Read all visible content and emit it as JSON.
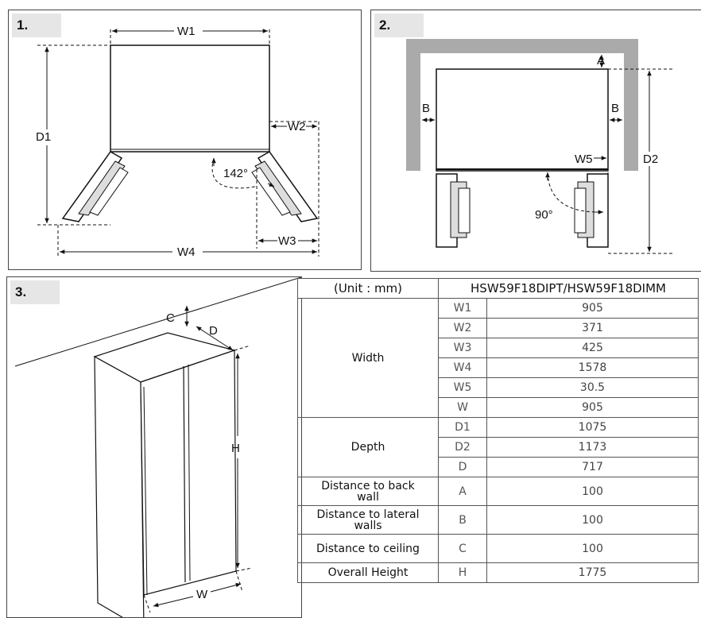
{
  "panels": [
    {
      "number": "1."
    },
    {
      "number": "2."
    },
    {
      "number": "3."
    }
  ],
  "diagram1": {
    "w1": "W1",
    "w2": "W2",
    "w3": "W3",
    "w4": "W4",
    "d1": "D1",
    "angle": "142°"
  },
  "diagram2": {
    "a": "A",
    "b_left": "B",
    "b_right": "B",
    "w5": "W5",
    "d2": "D2",
    "angle": "90°"
  },
  "diagram3": {
    "c": "C",
    "d": "D",
    "h": "H",
    "w": "W"
  },
  "table": {
    "header_unit": "(Unit : mm)",
    "header_model": "HSW59F18DIPT/HSW59F18DIMM",
    "groups": [
      {
        "category": "Width",
        "rows": [
          {
            "code": "W1",
            "value": "905"
          },
          {
            "code": "W2",
            "value": "371"
          },
          {
            "code": "W3",
            "value": "425"
          },
          {
            "code": "W4",
            "value": "1578"
          },
          {
            "code": "W5",
            "value": "30.5"
          },
          {
            "code": "W",
            "value": "905"
          }
        ]
      },
      {
        "category": "Depth",
        "rows": [
          {
            "code": "D1",
            "value": "1075"
          },
          {
            "code": "D2",
            "value": "1173"
          },
          {
            "code": "D",
            "value": "717"
          }
        ]
      },
      {
        "category": "Distance to back wall",
        "rows": [
          {
            "code": "A",
            "value": "100"
          }
        ]
      },
      {
        "category": "Distance to lateral walls",
        "rows": [
          {
            "code": "B",
            "value": "100"
          }
        ]
      },
      {
        "category": "Distance to ceiling",
        "rows": [
          {
            "code": "C",
            "value": "100"
          }
        ]
      },
      {
        "category": "Overall Height",
        "rows": [
          {
            "code": "H",
            "value": "1775"
          }
        ]
      }
    ]
  }
}
